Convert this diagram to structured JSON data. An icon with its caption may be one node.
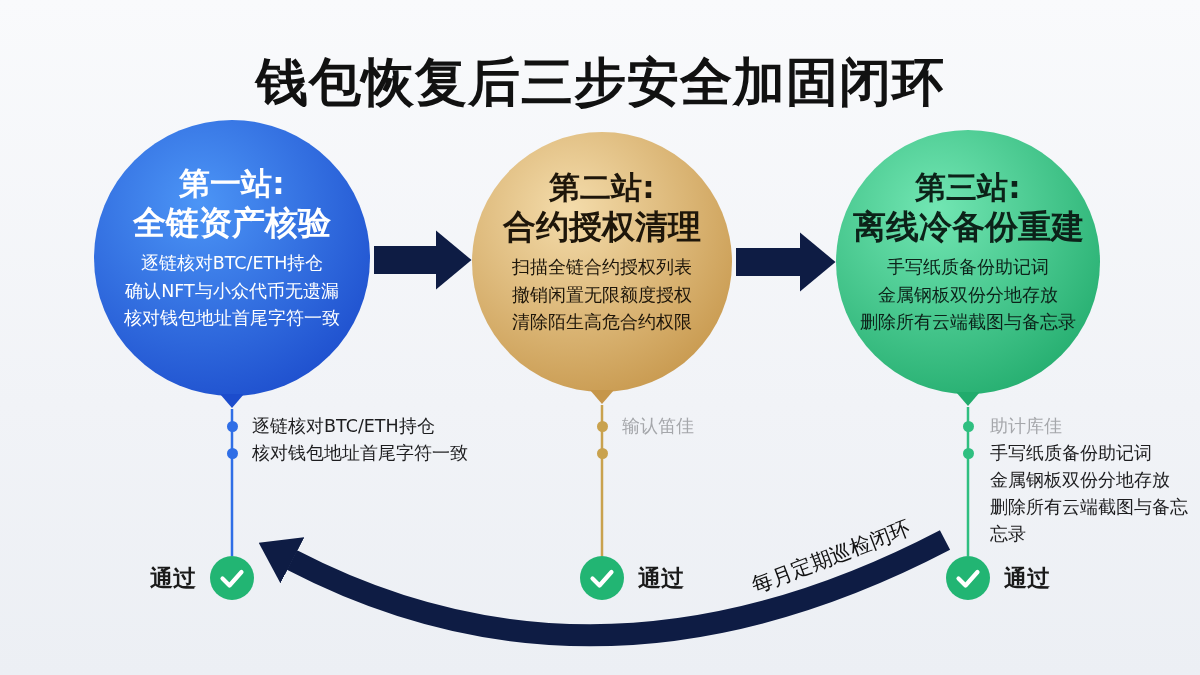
{
  "diagram": {
    "title": "钱包恢复后三步安全加固闭环",
    "nodes": [
      {
        "text": [
          "第一站:",
          "全链资产核验",
          "逐链核对BTC/ETH持仓",
          "确认NFT与小众代币无遗漏",
          "核对钱包地址首尾字符一致"
        ]
      },
      {
        "text": [
          "第二站:",
          "合约授权清理",
          "扫描全链合约授权列表",
          "撤销闲置无限额度授权",
          "清除陌生高危合约权限"
        ]
      },
      {
        "text": [
          "第三站:",
          "离线冷备份重建",
          "手写纸质备份助记词",
          "金属钢板双份分地存放",
          "删除所有云端截图与备忘录"
        ]
      },
      {
        "text": [],
        "shape": "circle",
        "beside": [
          "通过"
        ]
      },
      {
        "text": [],
        "shape": "circle",
        "beside": [
          "通过"
        ]
      },
      {
        "text": [],
        "shape": "circle",
        "beside": [
          "通过"
        ]
      }
    ],
    "edges": [
      {
        "from": 0,
        "to": 1,
        "arrow": "to",
        "style": "thick"
      },
      {
        "from": 1,
        "to": 2,
        "arrow": "to",
        "style": "thick"
      },
      {
        "from": 0,
        "to": 3,
        "arrow": "none",
        "color": "#2f6ee6"
      },
      {
        "from": 1,
        "to": 4,
        "arrow": "none",
        "color": "#c9a24e"
      },
      {
        "from": 2,
        "to": 5,
        "arrow": "none",
        "color": "#2fbf80"
      },
      {
        "from": 5,
        "to": 3,
        "arrow": "to",
        "style": "thick",
        "label": "每月定期巡检闭环"
      }
    ],
    "labels": [
      "逐链核对BTC/ETH持仓",
      "核对钱包地址首尾字符一致",
      "输认笛佳",
      "助计库佳",
      "手写纸质备份助记词",
      "金属钢板双份分地存放",
      "删除所有云端截图与备忘忘录"
    ]
  }
}
